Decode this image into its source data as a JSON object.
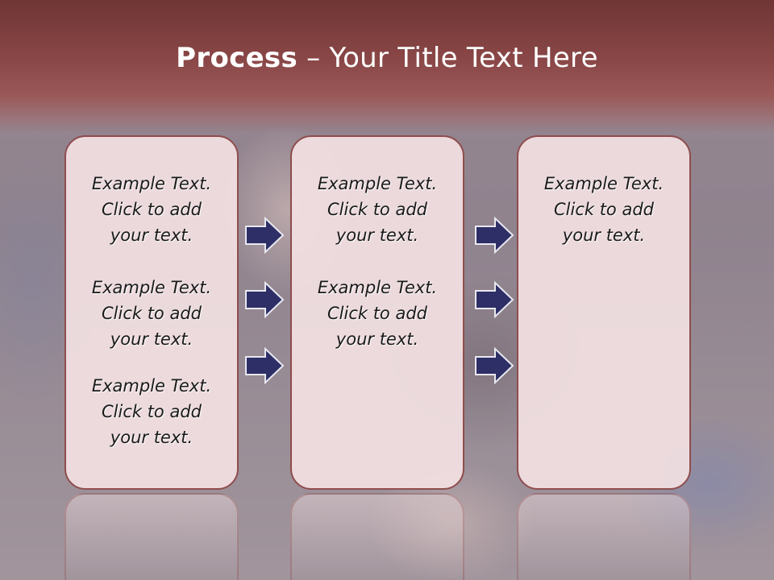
{
  "slide": {
    "title_bold": "Process",
    "title_rest": " – Your Title Text Here",
    "columns": [
      {
        "blocks": [
          {
            "line1": "Example Text.",
            "line2": "Click  to add",
            "line3": "your text."
          },
          {
            "line1": "Example Text.",
            "line2": "Click  to add",
            "line3": "your text."
          },
          {
            "line1": "Example Text.",
            "line2": "Click  to add",
            "line3": "your text."
          }
        ]
      },
      {
        "blocks": [
          {
            "line1": "Example Text.",
            "line2": "Click  to add",
            "line3": "your text."
          },
          {
            "line1": "Example Text.",
            "line2": "Click  to add",
            "line3": "your text."
          }
        ]
      },
      {
        "blocks": [
          {
            "line1": "Example Text.",
            "line2": "Click  to add",
            "line3": "your text."
          }
        ]
      }
    ],
    "arrow_icon": "right-arrow-icon",
    "colors": {
      "title_band": "#8a4747",
      "panel_fill": "#f2e0e2",
      "panel_border": "#8e4d4d",
      "arrow_fill": "#2e2f66",
      "title_text": "#ffffff"
    }
  }
}
